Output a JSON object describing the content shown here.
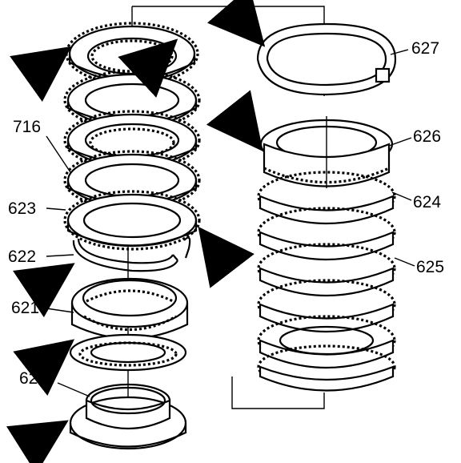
{
  "callouts": {
    "c627": "627",
    "c626": "626",
    "c624": "624",
    "c625": "625",
    "c716": "716",
    "c623": "623",
    "c622": "622",
    "c621": "621",
    "c620": "620"
  }
}
